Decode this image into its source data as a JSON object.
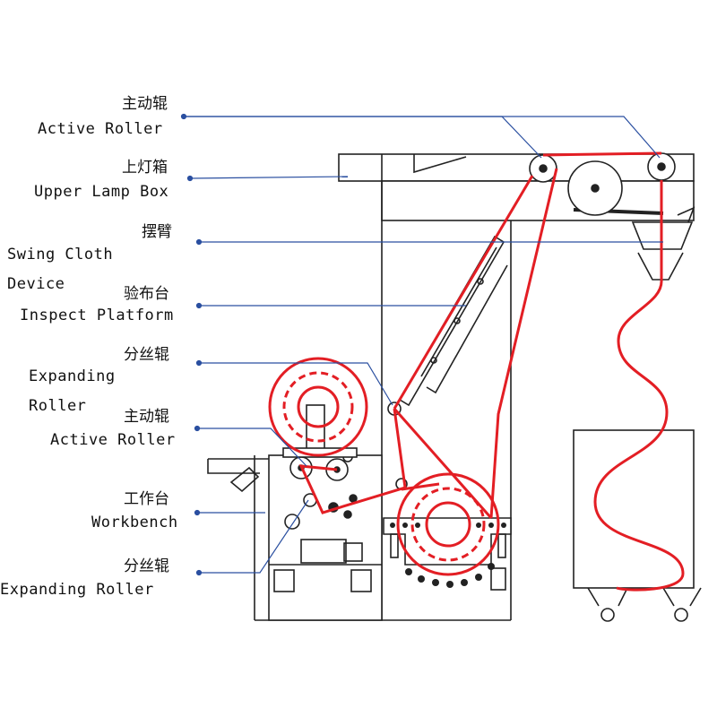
{
  "labels": {
    "active_roller_top": {
      "zh": "主动辊",
      "en": "Active Roller"
    },
    "upper_lamp_box": {
      "zh": "上灯箱",
      "en": "Upper Lamp Box"
    },
    "swing_cloth": {
      "zh": "摆臂",
      "en1": "Swing Cloth",
      "en2": "Device"
    },
    "inspect_platform": {
      "zh": "验布台",
      "en": "Inspect Platform"
    },
    "expanding_roller_mid": {
      "zh": "分丝辊",
      "en1": "Expanding",
      "en2": "Roller"
    },
    "active_roller_low": {
      "zh": "主动辊",
      "en": "Active Roller"
    },
    "workbench": {
      "zh": "工作台",
      "en": "Workbench"
    },
    "expanding_roller_low": {
      "zh": "分丝辊",
      "en": "Expanding Roller"
    }
  },
  "colors": {
    "fabric": "#e31e24",
    "leader": "#2a4fa0",
    "frame": "#222222"
  }
}
